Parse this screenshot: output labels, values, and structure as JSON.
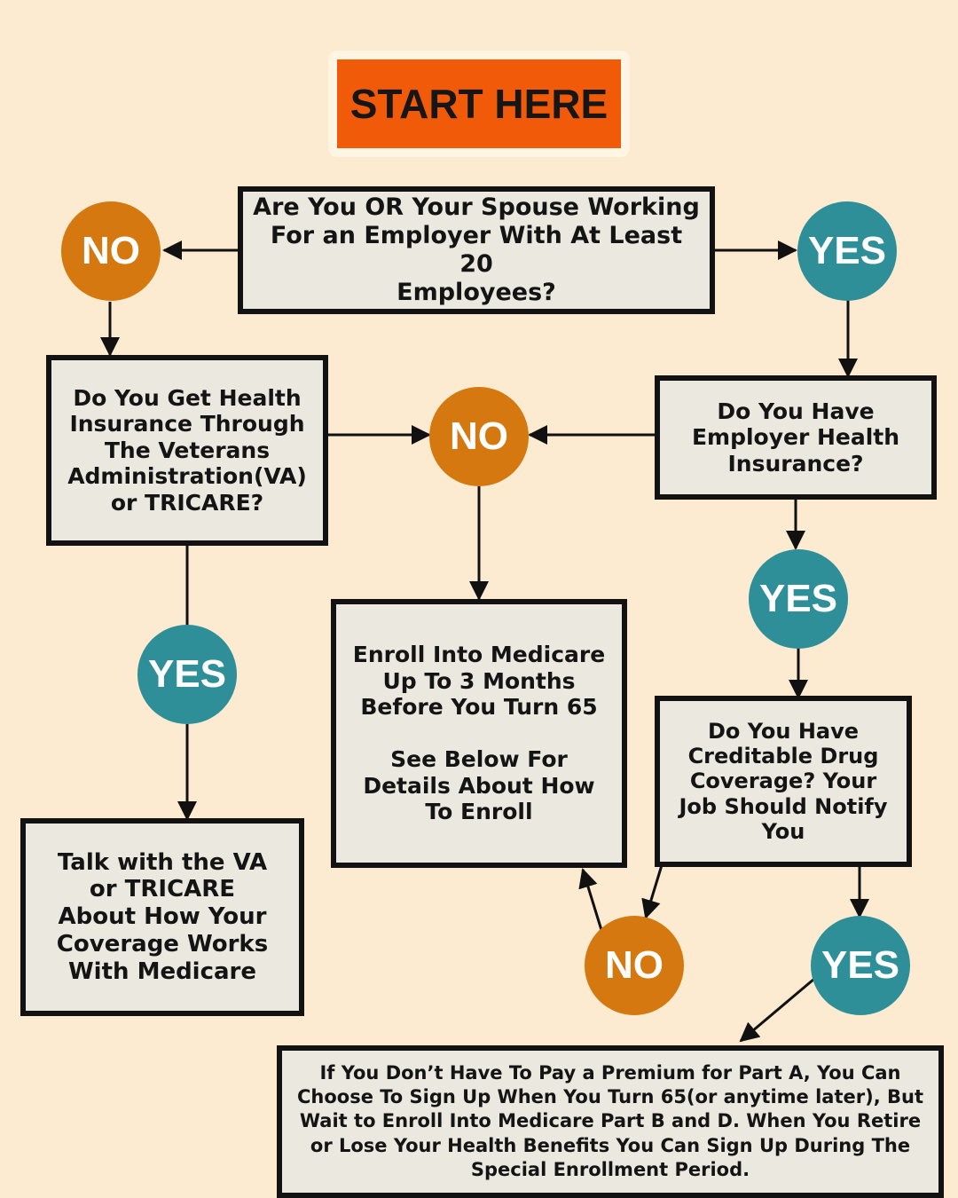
{
  "start": {
    "label": "START HERE"
  },
  "nodes": {
    "q_employer": "Are You OR Your Spouse Working\nFor an Employer With At Least 20\nEmployees?",
    "q_va": "Do You Get Health\nInsurance Through\nThe Veterans\nAdministration(VA)\nor TRICARE?",
    "q_employer_health": "Do You Have\nEmployer Health\nInsurance?",
    "enroll": "Enroll Into Medicare\nUp To 3 Months\nBefore You Turn 65\n\nSee Below For\nDetails About How\nTo Enroll",
    "q_drug": "Do You Have\nCreditable Drug\nCoverage? Your\nJob Should Notify\nYou",
    "talk_va": "Talk with the VA\nor TRICARE\nAbout How Your\nCoverage Works\nWith Medicare",
    "bottom_note": "If You Don’t Have To Pay a Premium for Part A, You Can\nChoose To Sign Up When You Turn 65(or anytime later), But\nWait to Enroll Into Medicare Part B and D. When You Retire\nor Lose Your Health Benefits You Can Sign Up During The\nSpecial Enrollment Period."
  },
  "decisions": {
    "no1": "NO",
    "yes1": "YES",
    "no2": "NO",
    "yes2": "YES",
    "yes3": "YES",
    "no3": "NO",
    "yes4": "YES"
  },
  "colors": {
    "background": "#fcebd0",
    "start": "#f05a08",
    "no": "#d4780f",
    "yes": "#2e8f98",
    "box": "#eae8df",
    "border": "#121212"
  }
}
